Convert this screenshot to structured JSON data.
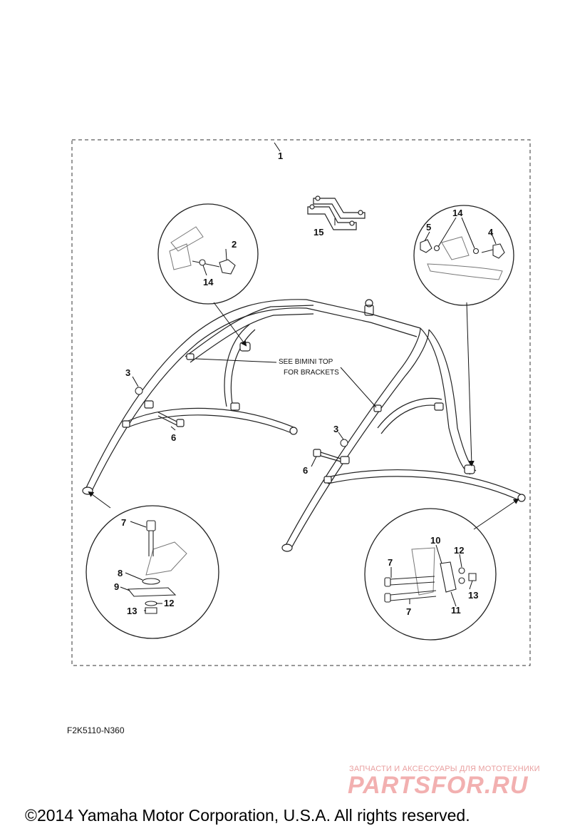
{
  "diagram": {
    "code": "F2K5110-N360",
    "note_line1": "SEE BIMINI TOP",
    "note_line2": "FOR BRACKETS",
    "callouts": {
      "c1": "1",
      "c2": "2",
      "c3a": "3",
      "c3b": "3",
      "c4": "4",
      "c5": "5",
      "c6a": "6",
      "c6b": "6",
      "c7a": "7",
      "c7b": "7",
      "c7c": "7",
      "c8": "8",
      "c9": "9",
      "c10": "10",
      "c11": "11",
      "c12a": "12",
      "c12b": "12",
      "c13a": "13",
      "c13b": "13",
      "c14a": "14",
      "c14b": "14",
      "c15": "15"
    }
  },
  "watermark": {
    "tagline": "ЗАПЧАСТИ И АКСЕССУАРЫ ДЛЯ МОТОТЕХНИКИ",
    "logo": "PARTSFOR.RU"
  },
  "footer": {
    "copyright": "©2014 Yamaha Motor Corporation, U.S.A. All rights reserved."
  }
}
